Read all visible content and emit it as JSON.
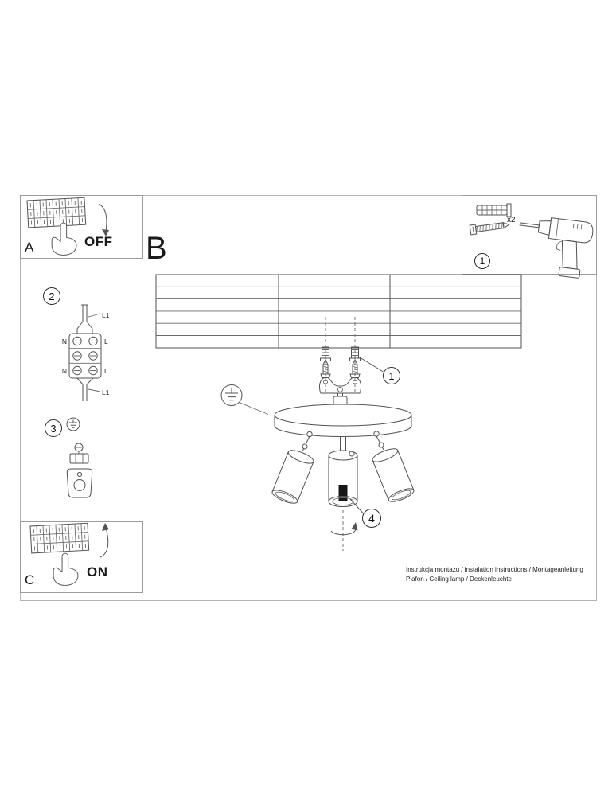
{
  "steps": {
    "a": {
      "label": "A",
      "action": "OFF"
    },
    "b": {
      "label": "B"
    },
    "c": {
      "label": "C",
      "action": "ON"
    },
    "one": {
      "number": "1",
      "quantity": "x2"
    },
    "two": {
      "number": "2"
    },
    "three": {
      "number": "3"
    },
    "four": {
      "number": "4"
    },
    "anchor_callout": {
      "number": "1"
    }
  },
  "wiring": {
    "l1_top": "L1",
    "n_top": "N",
    "l_top": "L",
    "n_bottom": "N",
    "l_bottom": "L",
    "l1_bottom": "L1"
  },
  "footer": {
    "line1": "Instrukcja montażu / instalation instructions / Montageanleitung",
    "line2": "Plafon / Ceiling lamp / Deckenleuchte"
  },
  "colors": {
    "ink": "#525252",
    "text": "#1a1a1a"
  }
}
